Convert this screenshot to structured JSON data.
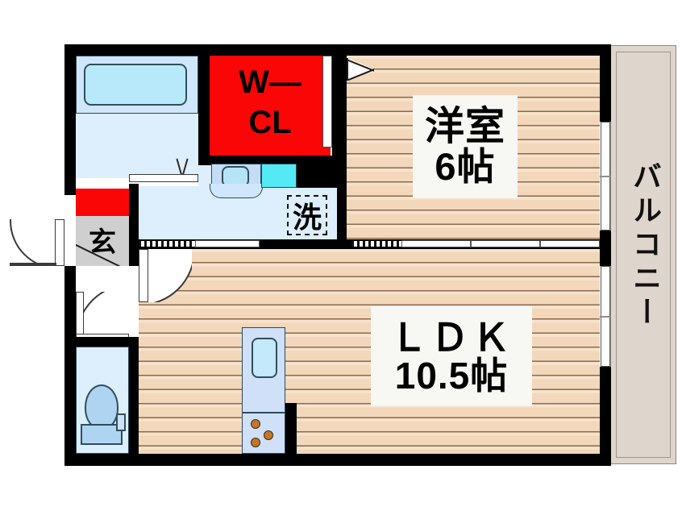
{
  "plan": {
    "type": "real-estate-floor-plan",
    "orientation": "balcony-east",
    "rooms": [
      {
        "id": "washitsu",
        "label": "洋室",
        "size_label": "6帖",
        "label_full": "洋室 6帖",
        "floor": "wood"
      },
      {
        "id": "ldk",
        "label": "ＬＤＫ",
        "size_label": "10.5帖",
        "label_full": "LDK 10.5帖",
        "floor": "wood"
      },
      {
        "id": "wcl",
        "label_line1": "W—",
        "label_line2": "CL",
        "label_full": "W-CL",
        "floor": "closet",
        "color": "#fb0606"
      },
      {
        "id": "genkan",
        "label": "玄",
        "label_full": "玄関",
        "floor": "tile"
      },
      {
        "id": "balcony",
        "label": "バルコニー",
        "floor": "balcony"
      },
      {
        "id": "sanitary",
        "label": "洗",
        "label_full": "洗面・洗濯機置場",
        "floor": "vinyl"
      },
      {
        "id": "bath",
        "label": "",
        "label_full": "浴室",
        "floor": "vinyl"
      },
      {
        "id": "toilet",
        "label": "",
        "label_full": "トイレ",
        "floor": "vinyl"
      }
    ],
    "fixtures": [
      {
        "name": "bathtub",
        "room": "bath"
      },
      {
        "name": "washbasin",
        "room": "sanitary"
      },
      {
        "name": "washing-machine",
        "room": "sanitary",
        "label": "洗"
      },
      {
        "name": "toilet",
        "room": "toilet"
      },
      {
        "name": "kitchen-sink",
        "room": "ldk"
      },
      {
        "name": "gas-stove",
        "room": "ldk",
        "burners": 3
      },
      {
        "name": "shoe-cabinet",
        "room": "genkan",
        "color": "#fb0606"
      }
    ],
    "openings": [
      {
        "name": "entrance-door",
        "kind": "hinged-door",
        "swing": "outward-left"
      },
      {
        "name": "toilet-door",
        "kind": "hinged-door",
        "swing": "inward"
      },
      {
        "name": "sanitary-door",
        "kind": "hinged-door",
        "swing": "inward"
      },
      {
        "name": "bath-door",
        "kind": "folding-door"
      },
      {
        "name": "wcl-door",
        "kind": "folding-door"
      },
      {
        "name": "washitsu-sliding",
        "kind": "sliding-door"
      },
      {
        "name": "balcony-sliding-north",
        "kind": "sliding-glass-door"
      },
      {
        "name": "balcony-sliding-south",
        "kind": "sliding-glass-door"
      }
    ],
    "colors": {
      "wall": "#000000",
      "wood_floor": "#f2d7bb",
      "wet_floor": "#ddeefc",
      "closet_red": "#fb0606",
      "balcony": "#ded5cc",
      "tile_gray": "#cfcfcf",
      "label_bg": "#f7f7f4"
    }
  }
}
